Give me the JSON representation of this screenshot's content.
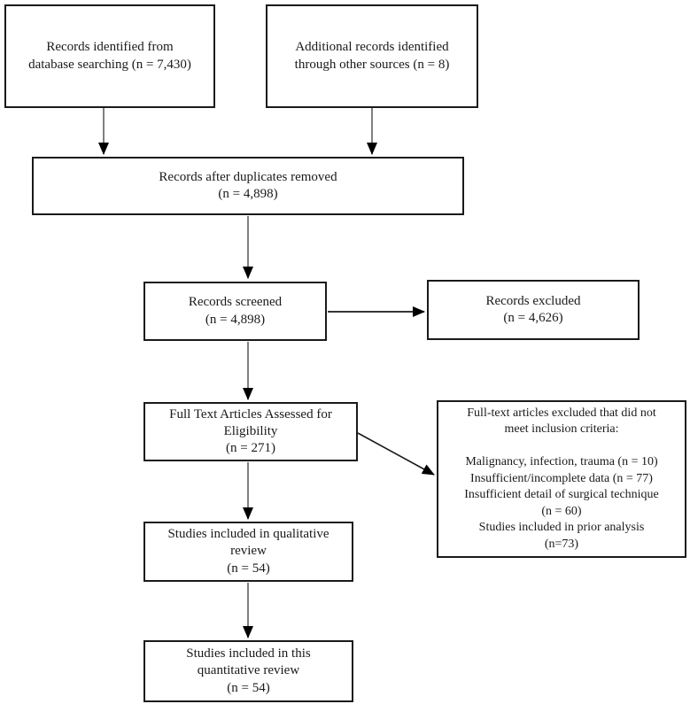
{
  "boxes": {
    "identified": {
      "label": "Records identified from\ndatabase searching (n = 7,430)"
    },
    "additional": {
      "label": "Additional records identified\nthrough other sources (n = 8)"
    },
    "duplicates": {
      "label": "Records after duplicates removed\n(n = 4,898)"
    },
    "screened": {
      "label": "Records screened\n(n = 4,898)"
    },
    "excluded": {
      "label": "Records excluded\n(n = 4,626)"
    },
    "fulltext": {
      "label": "Full Text Articles Assessed for\nEligibility\n(n = 271)"
    },
    "ft_excluded": {
      "label": "Full-text articles excluded that did not\nmeet inclusion criteria:\n\nMalignancy, infection, trauma (n = 10)\nInsufficient/incomplete data (n = 77)\nInsufficient detail of surgical technique\n(n = 60)\nStudies included in prior analysis\n(n=73)"
    },
    "qualitative": {
      "label": "Studies included in qualitative\nreview\n(n = 54)"
    },
    "quantitative": {
      "label": "Studies included in this\nquantitative review\n(n = 54)"
    }
  },
  "edges": [
    {
      "from": "records-identified",
      "to": "records-after-duplicates"
    },
    {
      "from": "additional-records",
      "to": "records-after-duplicates"
    },
    {
      "from": "records-after-duplicates",
      "to": "records-screened"
    },
    {
      "from": "records-screened",
      "to": "records-excluded"
    },
    {
      "from": "records-screened",
      "to": "fulltext-assessed"
    },
    {
      "from": "fulltext-assessed",
      "to": "fulltext-excluded"
    },
    {
      "from": "fulltext-assessed",
      "to": "qualitative-review"
    },
    {
      "from": "qualitative-review",
      "to": "quantitative-review"
    }
  ],
  "colors": {
    "box_border": "#1a1a1a",
    "connector_gray": "#808080",
    "connector_dark": "#1a1a1a",
    "arrowhead": "#000000",
    "background": "#ffffff"
  }
}
